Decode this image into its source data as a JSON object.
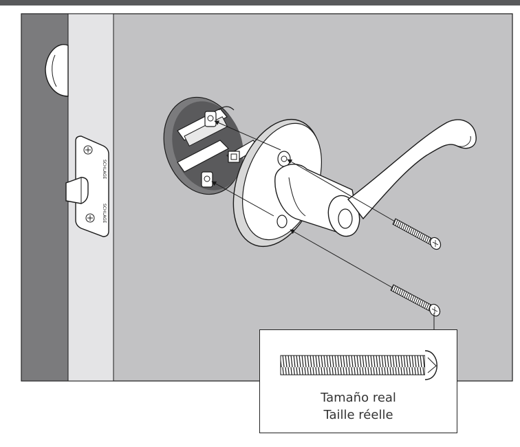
{
  "colors": {
    "top_bar": "#58595b",
    "door_face": "#c2c2c4",
    "door_edge_dark": "#7b7b7d",
    "door_frame": "#e4e4e6",
    "outline": "#1a1a1a",
    "metal_light": "#ffffff",
    "metal_shade": "#d8d8d8"
  },
  "icons": [
    "lever-handle",
    "rose-plate",
    "mounting-screw",
    "latch-plate",
    "door-knob",
    "callout-screw"
  ],
  "strike_stamp_top": "SCHLAGE",
  "strike_stamp_bottom": "SCHLAGE",
  "callout": {
    "caption_es": "Tamaño real",
    "caption_fr": "Taille réelle"
  }
}
